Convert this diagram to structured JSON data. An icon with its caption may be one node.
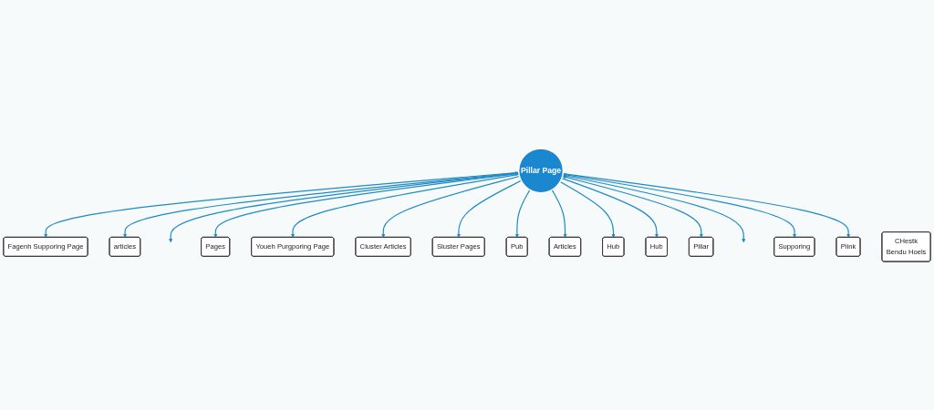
{
  "diagram": {
    "nodes": [
      {
        "text": [
          "Pillar Page"
        ]
      },
      {
        "text": [
          "Fagenh Supporing Page"
        ]
      },
      {
        "text": [
          "articles"
        ]
      },
      {
        "text": [
          "Pages"
        ]
      },
      {
        "text": [
          "Youeh Purgporing Page"
        ]
      },
      {
        "text": [
          "Cluster Articles"
        ]
      },
      {
        "text": [
          "Sluster Pages"
        ]
      },
      {
        "text": [
          "Pub"
        ]
      },
      {
        "text": [
          "Articles"
        ]
      },
      {
        "text": [
          "Hub"
        ]
      },
      {
        "text": [
          "Hub"
        ]
      },
      {
        "text": [
          "CHestk",
          "Bendu Hoels"
        ]
      },
      {
        "text": [
          "Piink"
        ]
      },
      {
        "text": [
          "Pillar"
        ]
      },
      {
        "text": [
          "Supporing"
        ]
      }
    ],
    "edges": [
      {
        "from": 0,
        "to": 1,
        "arrow": "to"
      },
      {
        "from": 0,
        "to": 2,
        "arrow": "both"
      },
      {
        "from": 0,
        "to": null,
        "arrow": "to"
      },
      {
        "from": 0,
        "to": 3,
        "arrow": "both"
      },
      {
        "from": 0,
        "to": 4,
        "arrow": "to"
      },
      {
        "from": 0,
        "to": 5,
        "arrow": "to"
      },
      {
        "from": 0,
        "to": 6,
        "arrow": "to"
      },
      {
        "from": 0,
        "to": 7,
        "arrow": "to"
      },
      {
        "from": 0,
        "to": 8,
        "arrow": "to"
      },
      {
        "from": 0,
        "to": 9,
        "arrow": "to"
      },
      {
        "from": 0,
        "to": 10,
        "arrow": "to"
      },
      {
        "from": 0,
        "to": 13,
        "arrow": "both"
      },
      {
        "from": 0,
        "to": null,
        "arrow": "to"
      },
      {
        "from": 0,
        "to": 14,
        "arrow": "both"
      },
      {
        "from": 0,
        "to": 12,
        "arrow": "to"
      }
    ]
  }
}
